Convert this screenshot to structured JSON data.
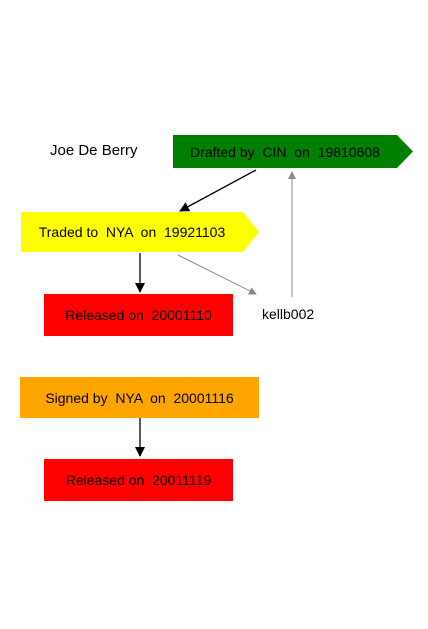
{
  "player": {
    "name": "Joe De Berry"
  },
  "nodes": {
    "drafted": {
      "text": "Drafted by  CIN  on  19810608",
      "color": "#008000"
    },
    "traded": {
      "text": "Traded to  NYA  on  19921103",
      "color": "#ffff00"
    },
    "released1": {
      "text": "Released on  20001110",
      "color": "#ff0000"
    },
    "other_player": {
      "text": "kellb002"
    },
    "signed": {
      "text": "Signed by  NYA  on  20001116",
      "color": "#ffa500"
    },
    "released2": {
      "text": "Released on  20011119",
      "color": "#ff0000"
    }
  }
}
